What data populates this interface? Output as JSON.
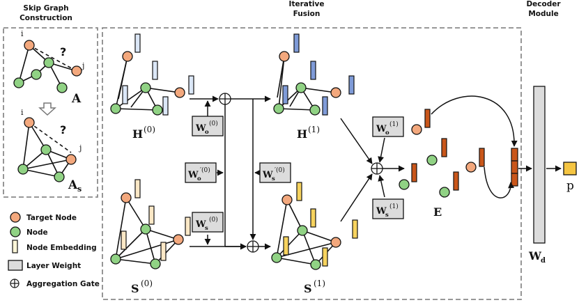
{
  "headers": {
    "skip_graph": [
      "Skip Graph",
      "Construction"
    ],
    "iterative_fusion": [
      "Iterative",
      "Fusion"
    ],
    "decoder": [
      "Decoder",
      "Module"
    ]
  },
  "labels": {
    "A": "A",
    "As": "A",
    "As_sub": "s",
    "H0": "H",
    "H0_sup": "(0)",
    "H1": "H",
    "H1_sup": "(1)",
    "S0": "S",
    "S0_sup": "(0)",
    "S1": "S",
    "S1_sup": "(1)",
    "E": "E",
    "Wd": "W",
    "Wd_sub": "d",
    "p": "p",
    "i_top": "i",
    "j_top": "j",
    "i_bottom": "i",
    "j_bottom": "j",
    "question": "?"
  },
  "weights": {
    "Wo0": {
      "base": "W",
      "sub": "o",
      "sup": "(0)"
    },
    "Wo0p": {
      "base": "W",
      "sub": "o",
      "sup": "′(0)"
    },
    "Ws0p": {
      "base": "W",
      "sub": "s",
      "sup": "′(0)"
    },
    "Ws0": {
      "base": "W",
      "sub": "s",
      "sup": "(0)"
    },
    "Wo1": {
      "base": "W",
      "sub": "o",
      "sup": "(1)"
    },
    "Ws1": {
      "base": "W",
      "sub": "s",
      "sup": "(1)"
    }
  },
  "legend": [
    {
      "icon": "target-node",
      "label": "Target Node"
    },
    {
      "icon": "node",
      "label": "Node"
    },
    {
      "icon": "node-embedding",
      "label": "Node Embedding"
    },
    {
      "icon": "layer-weight",
      "label": "Layer Weight"
    },
    {
      "icon": "aggregation-gate",
      "label": "Aggregation Gate"
    }
  ],
  "colors": {
    "target_node": "#f3a87d",
    "node": "#90d284",
    "emb_h0": "#dbe7f7",
    "emb_h1": "#7f9bd8",
    "emb_s0": "#fbe8c6",
    "emb_s1": "#f7d35e",
    "emb_e": "#c9561a",
    "weight": "#dcdcdc",
    "output": "#f5c542",
    "dashed_box": "#8a8a8a"
  }
}
